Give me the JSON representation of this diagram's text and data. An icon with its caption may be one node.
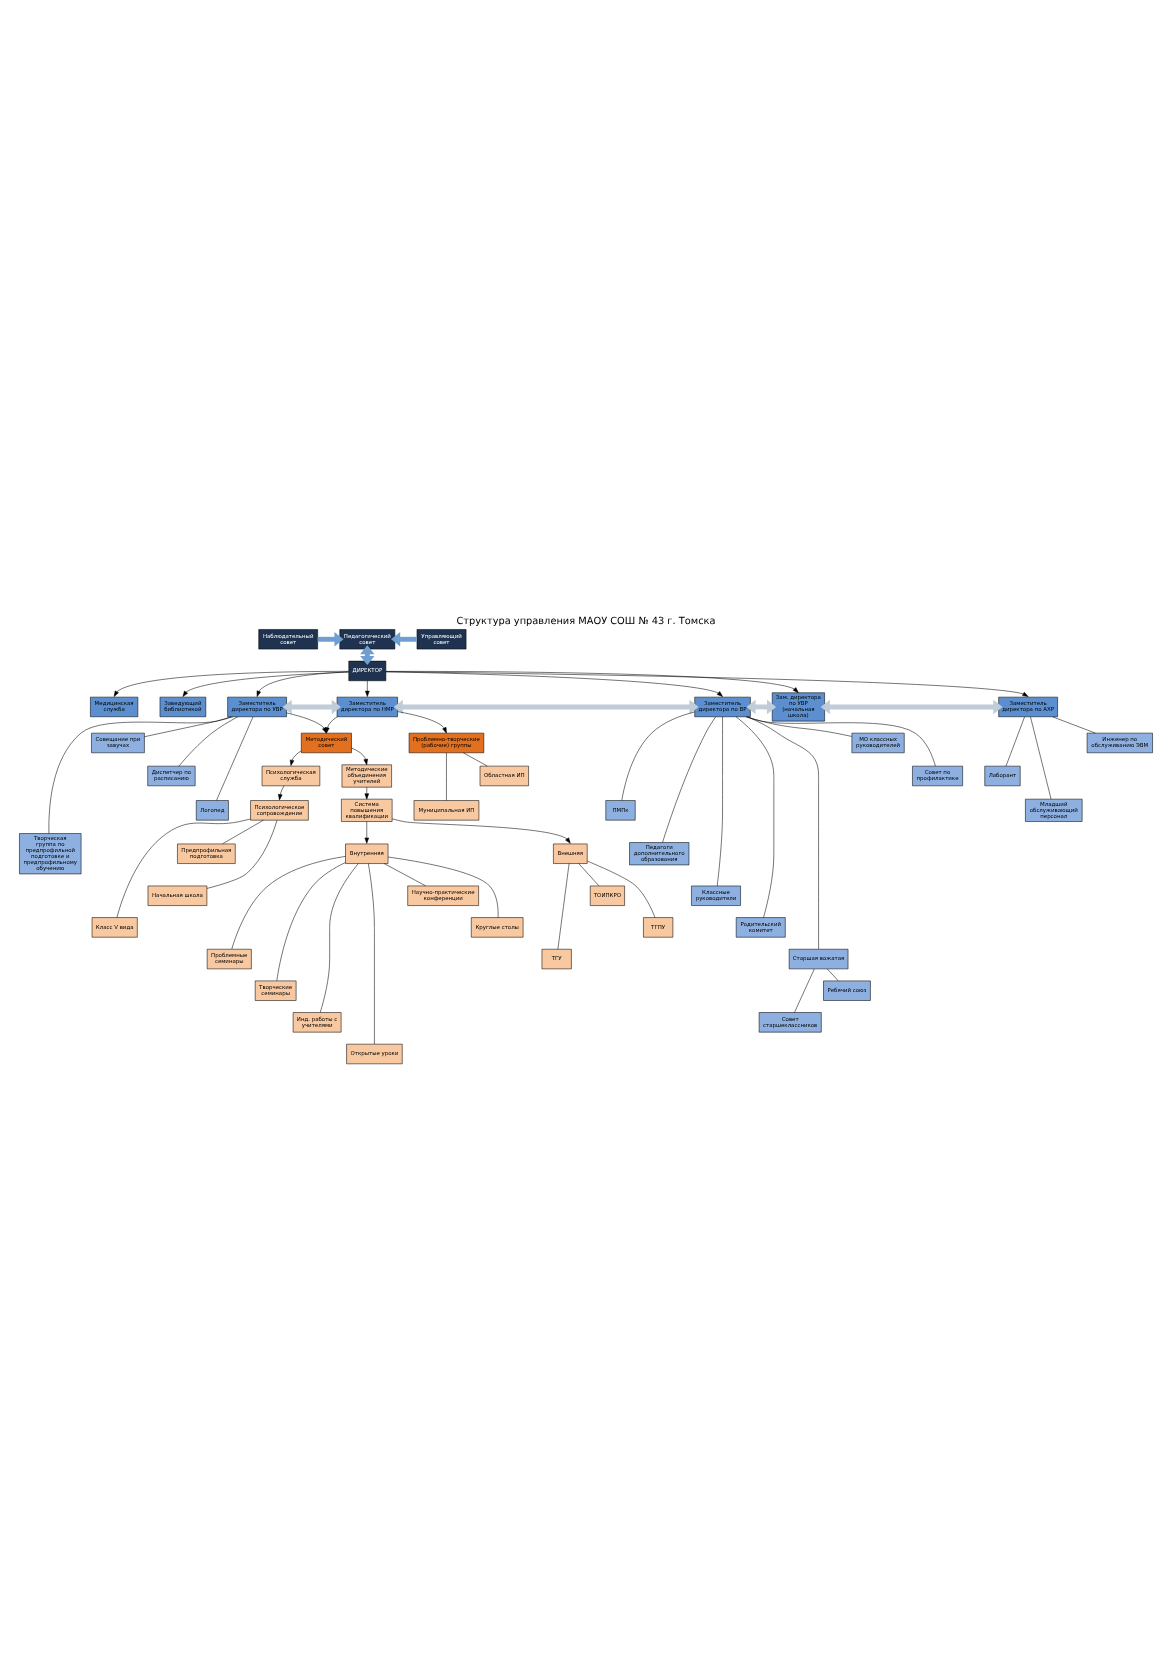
{
  "diagram": {
    "title": "Структура управления МАОУ СОШ № 43 г. Томска",
    "nodes": [
      {
        "text": [
          "Наблюдательный совет"
        ]
      },
      {
        "text": [
          "Педагогический совет"
        ]
      },
      {
        "text": [
          "Управляющий совет"
        ]
      },
      {
        "text": [
          "ДИРЕКТОР"
        ]
      },
      {
        "text": [
          "Медицинская служба"
        ]
      },
      {
        "text": [
          "Заведующий библиотекой"
        ]
      },
      {
        "text": [
          "Заместитель директора по УВР"
        ]
      },
      {
        "text": [
          "Заместитель директора по НМР"
        ]
      },
      {
        "text": [
          "Заместитель директора по ВР"
        ]
      },
      {
        "text": [
          "Зам. директора по УВР",
          "(начальная школа)"
        ]
      },
      {
        "text": [
          "Заместитель директора по АХР"
        ]
      },
      {
        "text": [
          "Методический совет"
        ]
      },
      {
        "text": [
          "Проблемно-творческие (рабочие) группы"
        ]
      },
      {
        "text": [
          "МО классных руководителей"
        ]
      },
      {
        "text": [
          "Совещание при завучах"
        ]
      },
      {
        "text": [
          "Областная ИП"
        ]
      },
      {
        "text": [
          "Совет по профилактике"
        ]
      },
      {
        "text": [
          "Инженер по обслуживанию ЭВМ"
        ]
      },
      {
        "text": [
          "Диспетчер по расписанию"
        ]
      },
      {
        "text": [
          "Муниципальная ИП"
        ]
      },
      {
        "text": [
          "ПМПк"
        ]
      },
      {
        "text": [
          "Лаборант"
        ]
      },
      {
        "text": [
          "Логопед"
        ]
      },
      {
        "text": [
          "Педагоги дополнительного образования"
        ]
      },
      {
        "text": [
          "Младший обслуживающий персонал"
        ]
      },
      {
        "text": [
          "Творческая группа по предпрофильной подготовке и предпрофильному обучению"
        ]
      },
      {
        "text": [
          "Классные руководители"
        ]
      },
      {
        "text": [
          "Родительский комитет"
        ]
      },
      {
        "text": [
          "Методические объединения учителей"
        ]
      },
      {
        "text": [
          "Психологическая служба"
        ]
      },
      {
        "text": [
          "Старшая вожатая"
        ]
      },
      {
        "text": [
          "Ребячий союз"
        ]
      },
      {
        "text": [
          "Совет старшеклассников"
        ]
      },
      {
        "text": [
          "Система повышения квалификации"
        ]
      },
      {
        "text": [
          "Психологическое сопровождение"
        ]
      },
      {
        "text": [
          "Предпрофильная подготовка"
        ]
      },
      {
        "text": [
          "Внутренняя"
        ]
      },
      {
        "text": [
          "Внешняя"
        ]
      },
      {
        "text": [
          "Начальная школа"
        ]
      },
      {
        "text": [
          "Научно-практические конференции"
        ]
      },
      {
        "text": [
          "ТОИПКРО"
        ]
      },
      {
        "text": [
          "Класс V вида"
        ]
      },
      {
        "text": [
          "Круглые столы"
        ]
      },
      {
        "text": [
          "ТГПУ"
        ]
      },
      {
        "text": [
          "Проблемные семинары"
        ]
      },
      {
        "text": [
          "ТГУ"
        ]
      },
      {
        "text": [
          "Творческие семинары"
        ]
      },
      {
        "text": [
          "Инд. работы с учителями"
        ]
      },
      {
        "text": [
          "Открытые уроки"
        ]
      }
    ],
    "edges": [
      {
        "from": 0,
        "to": 1,
        "arrow": "to",
        "style": "thick",
        "color": "#6f9fd0"
      },
      {
        "from": 2,
        "to": 1,
        "arrow": "to",
        "style": "thick",
        "color": "#6f9fd0"
      },
      {
        "from": 1,
        "to": 3,
        "arrow": "both",
        "style": "thick",
        "color": "#6f9fd0"
      },
      {
        "from": 3,
        "to": 4,
        "arrow": "to"
      },
      {
        "from": 3,
        "to": 5,
        "arrow": "to"
      },
      {
        "from": 3,
        "to": 6,
        "arrow": "to"
      },
      {
        "from": 3,
        "to": 7,
        "arrow": "to"
      },
      {
        "from": 3,
        "to": 8,
        "arrow": "to"
      },
      {
        "from": 3,
        "to": 9,
        "arrow": "to"
      },
      {
        "from": 3,
        "to": 10,
        "arrow": "to"
      },
      {
        "from": 6,
        "to": 7,
        "arrow": "both",
        "style": "thick",
        "color": "#c0ccd8"
      },
      {
        "from": 7,
        "to": 8,
        "arrow": "both",
        "style": "thick",
        "color": "#c0ccd8"
      },
      {
        "from": 8,
        "to": 9,
        "arrow": "both",
        "style": "thick",
        "color": "#c0ccd8"
      },
      {
        "from": 9,
        "to": 10,
        "arrow": "both",
        "style": "thick",
        "color": "#c0ccd8"
      },
      {
        "from": 6,
        "to": 11,
        "arrow": "to"
      },
      {
        "from": 7,
        "to": 11,
        "arrow": "to"
      },
      {
        "from": 7,
        "to": 12,
        "arrow": "to"
      },
      {
        "from": 6,
        "to": 14,
        "arrow": "none"
      },
      {
        "from": 6,
        "to": 18,
        "arrow": "none"
      },
      {
        "from": 6,
        "to": 22,
        "arrow": "none"
      },
      {
        "from": 6,
        "to": 25,
        "arrow": "none"
      },
      {
        "from": 12,
        "to": 15,
        "arrow": "none"
      },
      {
        "from": 12,
        "to": 19,
        "arrow": "none"
      },
      {
        "from": 8,
        "to": 13,
        "arrow": "none"
      },
      {
        "from": 8,
        "to": 16,
        "arrow": "none"
      },
      {
        "from": 8,
        "to": 20,
        "arrow": "none"
      },
      {
        "from": 8,
        "to": 23,
        "arrow": "none"
      },
      {
        "from": 8,
        "to": 26,
        "arrow": "none"
      },
      {
        "from": 8,
        "to": 27,
        "arrow": "none"
      },
      {
        "from": 8,
        "to": 30,
        "arrow": "none"
      },
      {
        "from": 10,
        "to": 17,
        "arrow": "none"
      },
      {
        "from": 10,
        "to": 21,
        "arrow": "none"
      },
      {
        "from": 10,
        "to": 24,
        "arrow": "none"
      },
      {
        "from": 11,
        "to": 28,
        "arrow": "to"
      },
      {
        "from": 11,
        "to": 29,
        "arrow": "to"
      },
      {
        "from": 30,
        "to": 31,
        "arrow": "none"
      },
      {
        "from": 30,
        "to": 32,
        "arrow": "none"
      },
      {
        "from": 28,
        "to": 33,
        "arrow": "to"
      },
      {
        "from": 29,
        "to": 34,
        "arrow": "to"
      },
      {
        "from": 34,
        "to": 35,
        "arrow": "none"
      },
      {
        "from": 34,
        "to": 38,
        "arrow": "none"
      },
      {
        "from": 34,
        "to": 41,
        "arrow": "none"
      },
      {
        "from": 33,
        "to": 36,
        "arrow": "to"
      },
      {
        "from": 33,
        "to": 37,
        "arrow": "to"
      },
      {
        "from": 36,
        "to": 39,
        "arrow": "none"
      },
      {
        "from": 36,
        "to": 42,
        "arrow": "none"
      },
      {
        "from": 36,
        "to": 44,
        "arrow": "none"
      },
      {
        "from": 36,
        "to": 46,
        "arrow": "none"
      },
      {
        "from": 36,
        "to": 47,
        "arrow": "none"
      },
      {
        "from": 36,
        "to": 48,
        "arrow": "none"
      },
      {
        "from": 37,
        "to": 40,
        "arrow": "none"
      },
      {
        "from": 37,
        "to": 43,
        "arrow": "none"
      },
      {
        "from": 37,
        "to": 45,
        "arrow": "none"
      }
    ]
  }
}
